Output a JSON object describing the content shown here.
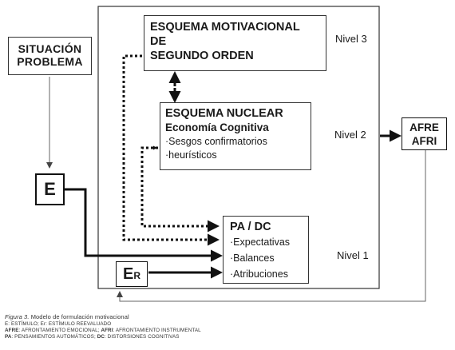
{
  "situacion": {
    "line1": "SITUACIÓN",
    "line2": "PROBLEMA"
  },
  "e_box": "E",
  "er_box": {
    "big": "E",
    "small": "R"
  },
  "esquema_motivacional": {
    "line1": "ESQUEMA MOTIVACIONAL",
    "line2": "DE",
    "line3": "SEGUNDO ORDEN"
  },
  "nivel3": "Nivel 3",
  "esquema_nuclear": {
    "line1": "ESQUEMA NUCLEAR",
    "line2": "Economía Cognitiva",
    "line3": "·Sesgos confirmatorios",
    "line4": "·heurísticos"
  },
  "nivel2": "Nivel 2",
  "afre": {
    "line1": "AFRE",
    "line2": "AFRI"
  },
  "pa_dc": {
    "title": "PA / DC",
    "item1": "·Expectativas",
    "item2": "·Balances",
    "item3": "·Atribuciones"
  },
  "nivel1": "Nivel 1",
  "caption": {
    "figure_label": "Figura 3.",
    "figure_title": "Modelo de formulación motivacional",
    "line2": "E: ESTÍMULO; Er: ESTÍMULO REEVALUADO",
    "line3_a_bold": "AFRE",
    "line3_a": ": AFRONTAMIENTO EMOCIONAL;",
    "line3_b_bold": "AFRI",
    "line3_b": ": AFRONTAMIENTO INSTRUMENTAL",
    "line4_a_bold": "PA",
    "line4_a": ": PENSAMIENTOS AUTOMÁTICOS;",
    "line4_b_bold": "DC",
    "line4_b": ": DISTORSIONES COGNITIVAS"
  }
}
